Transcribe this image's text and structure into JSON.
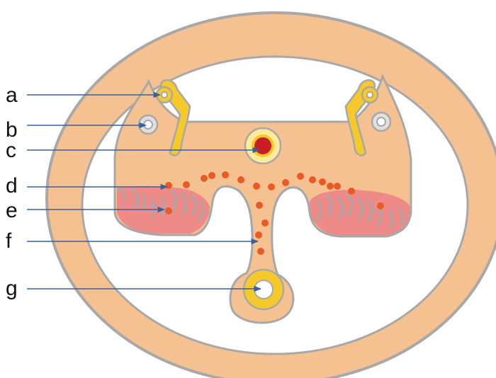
{
  "labels": {
    "a": "a",
    "b": "b",
    "c": "c",
    "d": "d",
    "e": "e",
    "f": "f",
    "g": "g"
  },
  "colors": {
    "tissue": "#f6c190",
    "outline": "#a8a8a8",
    "cavity": "#ffffff",
    "yellow": "#f6c92a",
    "pale_yellow": "#fbeb9a",
    "red": "#c81e23",
    "pink": "#ee8a88",
    "dots": "#ea5a25",
    "arrow": "#3a5f9e"
  }
}
